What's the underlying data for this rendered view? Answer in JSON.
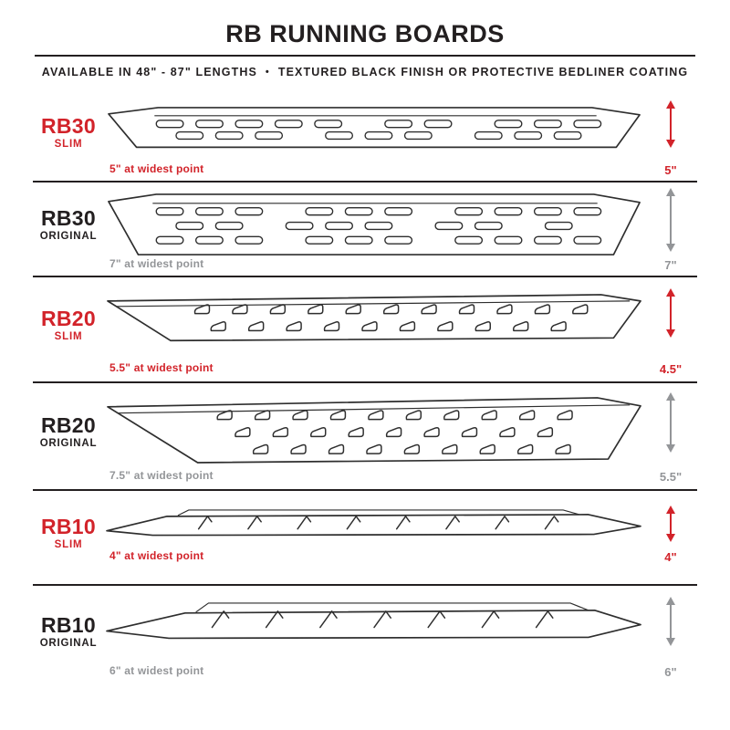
{
  "header": {
    "title": "RB RUNNING BOARDS",
    "subtitle_left": "AVAILABLE IN 48\" - 87\" LENGTHS",
    "subtitle_sep": "•",
    "subtitle_right": "TEXTURED BLACK FINISH OR PROTECTIVE BEDLINER COATING"
  },
  "colors": {
    "accent_red": "#d2232a",
    "ink": "#231f20",
    "measure_gray": "#939598"
  },
  "rows": [
    {
      "model": "RB30",
      "variant": "SLIM",
      "finish": "slim",
      "width_note": "5\" at widest point",
      "height_label": "5\""
    },
    {
      "model": "RB30",
      "variant": "ORIGINAL",
      "finish": "original",
      "width_note": "7\" at widest point",
      "height_label": "7\""
    },
    {
      "model": "RB20",
      "variant": "SLIM",
      "finish": "slim",
      "width_note": "5.5\" at widest point",
      "height_label": "4.5\""
    },
    {
      "model": "RB20",
      "variant": "ORIGINAL",
      "finish": "original",
      "width_note": "7.5\" at widest point",
      "height_label": "5.5\""
    },
    {
      "model": "RB10",
      "variant": "SLIM",
      "finish": "slim",
      "width_note": "4\" at widest point",
      "height_label": "4\""
    },
    {
      "model": "RB10",
      "variant": "ORIGINAL",
      "finish": "original",
      "width_note": "6\" at widest point",
      "height_label": "6\""
    }
  ]
}
